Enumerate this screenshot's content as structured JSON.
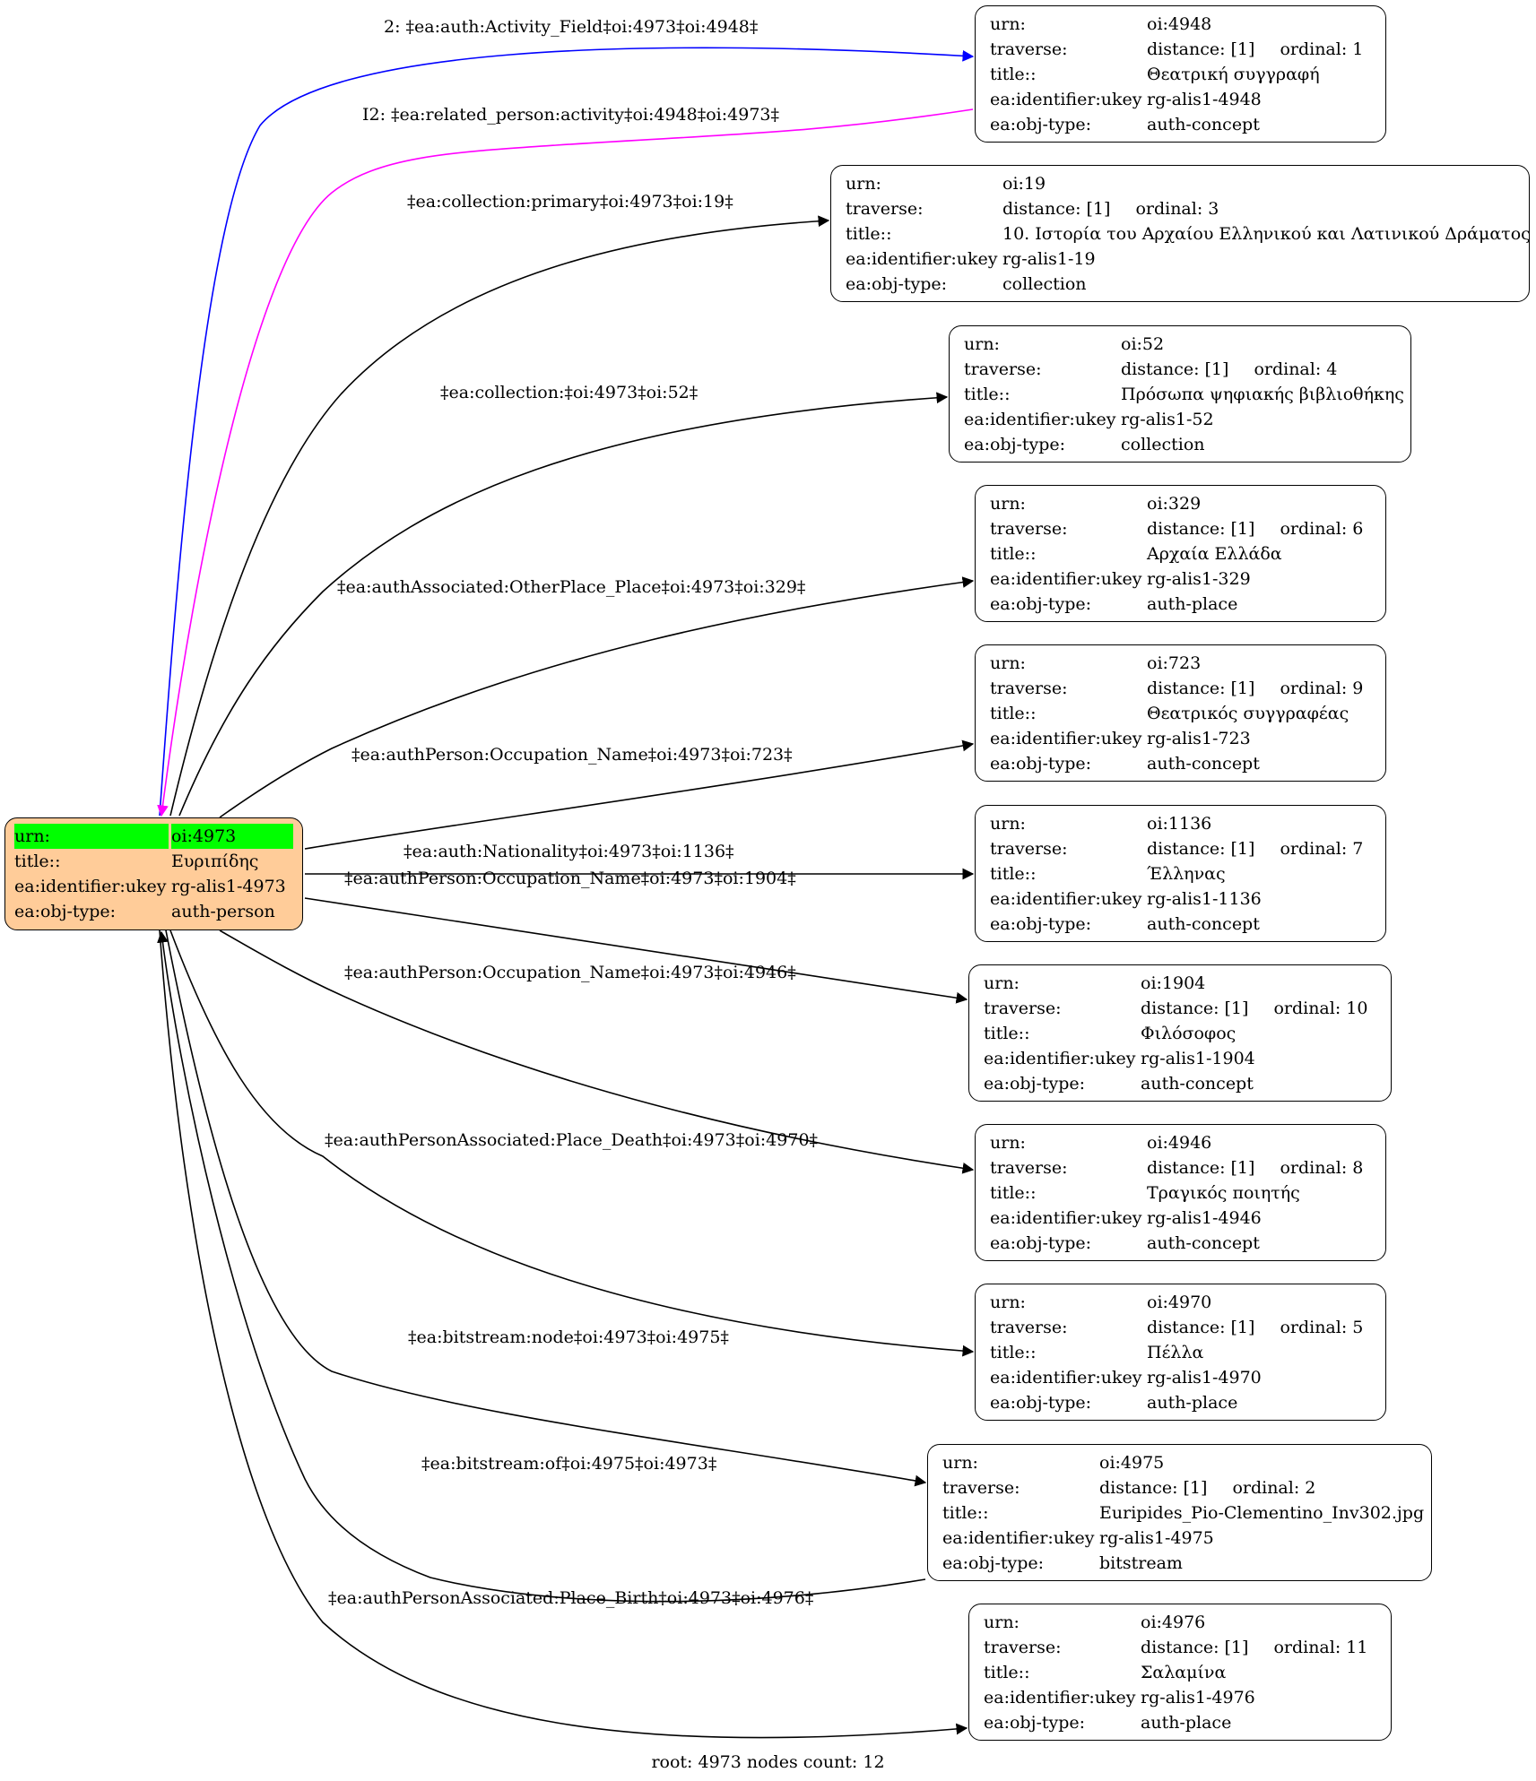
{
  "root": {
    "urn_label": "urn:",
    "urn": "oi:4973",
    "title_label": "title::",
    "title": "Ευριπίδης",
    "ukey_label": "ea:identifier:ukey",
    "ukey": "rg-alis1-4973",
    "type_label": "ea:obj-type:",
    "type": "auth-person"
  },
  "labels": {
    "urn": "urn:",
    "traverse": "traverse:",
    "title": "title::",
    "ukey": "ea:identifier:ukey",
    "type": "ea:obj-type:"
  },
  "nodes": [
    {
      "urn": "oi:4948",
      "distance": "distance: [1]",
      "ordinal": "ordinal: 1",
      "title": "Θεατρική συγγραφή",
      "ukey": "rg-alis1-4948",
      "type": "auth-concept"
    },
    {
      "urn": "oi:19",
      "distance": "distance: [1]",
      "ordinal": "ordinal: 3",
      "title": "10. Ιστορία του Αρχαίου Ελληνικού και Λατινικού Δράματος",
      "ukey": "rg-alis1-19",
      "type": "collection"
    },
    {
      "urn": "oi:52",
      "distance": "distance: [1]",
      "ordinal": "ordinal: 4",
      "title": "Πρόσωπα ψηφιακής βιβλιοθήκης",
      "ukey": "rg-alis1-52",
      "type": "collection"
    },
    {
      "urn": "oi:329",
      "distance": "distance: [1]",
      "ordinal": "ordinal: 6",
      "title": "Αρχαία Ελλάδα",
      "ukey": "rg-alis1-329",
      "type": "auth-place"
    },
    {
      "urn": "oi:723",
      "distance": "distance: [1]",
      "ordinal": "ordinal: 9",
      "title": "Θεατρικός συγγραφέας",
      "ukey": "rg-alis1-723",
      "type": "auth-concept"
    },
    {
      "urn": "oi:1136",
      "distance": "distance: [1]",
      "ordinal": "ordinal: 7",
      "title": "Έλληνας",
      "ukey": "rg-alis1-1136",
      "type": "auth-concept"
    },
    {
      "urn": "oi:1904",
      "distance": "distance: [1]",
      "ordinal": "ordinal: 10",
      "title": "Φιλόσοφος",
      "ukey": "rg-alis1-1904",
      "type": "auth-concept"
    },
    {
      "urn": "oi:4946",
      "distance": "distance: [1]",
      "ordinal": "ordinal: 8",
      "title": "Τραγικός ποιητής",
      "ukey": "rg-alis1-4946",
      "type": "auth-concept"
    },
    {
      "urn": "oi:4970",
      "distance": "distance: [1]",
      "ordinal": "ordinal: 5",
      "title": "Πέλλα",
      "ukey": "rg-alis1-4970",
      "type": "auth-place"
    },
    {
      "urn": "oi:4975",
      "distance": "distance: [1]",
      "ordinal": "ordinal: 2",
      "title": "Euripides_Pio-Clementino_Inv302.jpg",
      "ukey": "rg-alis1-4975",
      "type": "bitstream"
    },
    {
      "urn": "oi:4976",
      "distance": "distance: [1]",
      "ordinal": "ordinal: 11",
      "title": "Σαλαμίνα",
      "ukey": "rg-alis1-4976",
      "type": "auth-place"
    }
  ],
  "edges": [
    {
      "label": "2: ‡ea:auth:Activity_Field‡oi:4973‡oi:4948‡",
      "color": "#0000ff"
    },
    {
      "label": "I2: ‡ea:related_person:activity‡oi:4948‡oi:4973‡",
      "color": "#ff00ff"
    },
    {
      "label": "‡ea:collection:primary‡oi:4973‡oi:19‡",
      "color": "#000000"
    },
    {
      "label": "‡ea:collection:‡oi:4973‡oi:52‡",
      "color": "#000000"
    },
    {
      "label": "‡ea:authAssociated:OtherPlace_Place‡oi:4973‡oi:329‡",
      "color": "#000000"
    },
    {
      "label": "‡ea:authPerson:Occupation_Name‡oi:4973‡oi:723‡",
      "color": "#000000"
    },
    {
      "label": "‡ea:auth:Nationality‡oi:4973‡oi:1136‡",
      "color": "#000000"
    },
    {
      "label": "‡ea:authPerson:Occupation_Name‡oi:4973‡oi:1904‡",
      "color": "#000000"
    },
    {
      "label": "‡ea:authPerson:Occupation_Name‡oi:4973‡oi:4946‡",
      "color": "#000000"
    },
    {
      "label": "‡ea:authPersonAssociated:Place_Death‡oi:4973‡oi:4970‡",
      "color": "#000000"
    },
    {
      "label": "‡ea:bitstream:node‡oi:4973‡oi:4975‡",
      "color": "#000000"
    },
    {
      "label": "‡ea:bitstream:of‡oi:4975‡oi:4973‡",
      "color": "#000000"
    },
    {
      "label": "‡ea:authPersonAssociated:Place_Birth‡oi:4973‡oi:4976‡",
      "color": "#000000"
    }
  ],
  "footer": "root: 4973 nodes count: 12"
}
